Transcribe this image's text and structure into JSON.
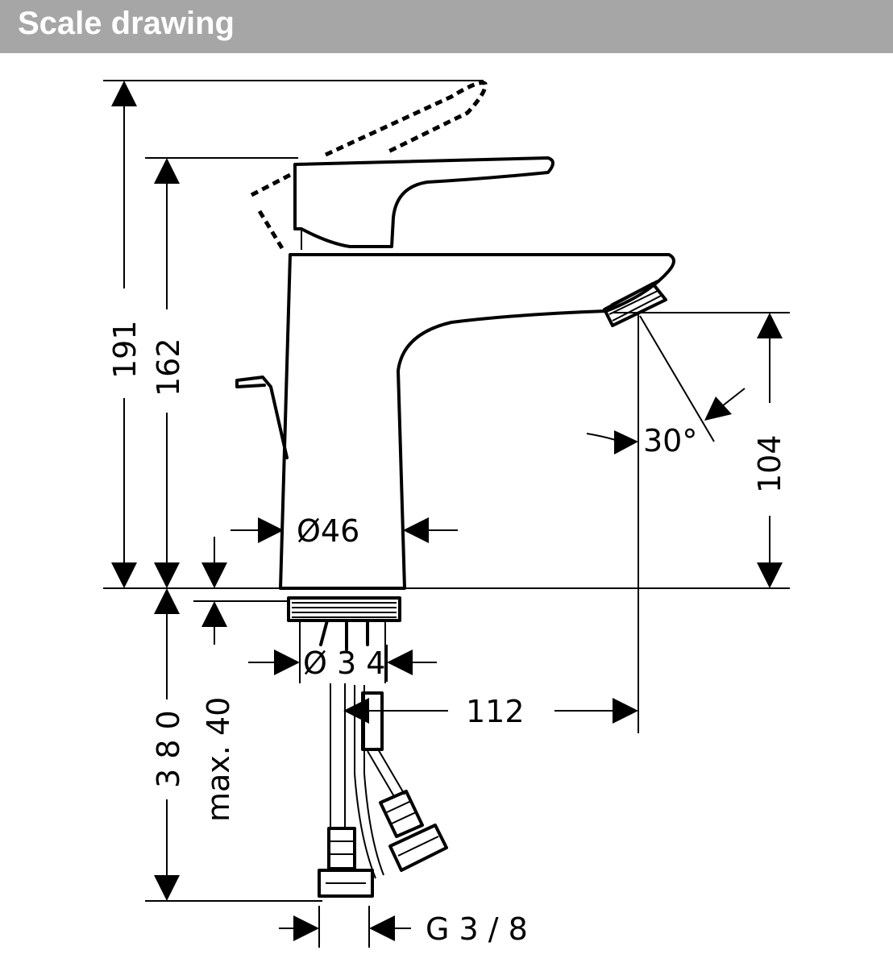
{
  "header": {
    "title": "Scale drawing"
  },
  "dimensions": {
    "lever_height": "191",
    "spout_top_height": "162",
    "outlet_height": "104",
    "spray_angle": "30°",
    "body_diameter": "Ø46",
    "shank_diameter": "Ø 3 4",
    "reach": "112",
    "hose_length": "3 8 0",
    "max_thickness": "max. 40",
    "thread": "G 3 / 8"
  },
  "colors": {
    "header_bg": "#a6a6a6",
    "header_text": "#ffffff",
    "line": "#000000"
  }
}
